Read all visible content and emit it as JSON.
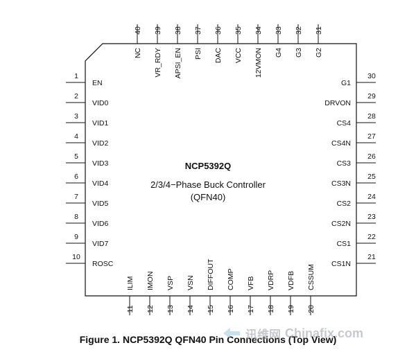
{
  "chip": {
    "title": "NCP5392Q",
    "subtitle_line1": "2/3/4−Phase Buck Controller",
    "subtitle_line2": "(QFN40)"
  },
  "pins": {
    "left": [
      {
        "num": "1",
        "label": "EN"
      },
      {
        "num": "2",
        "label": "VID0"
      },
      {
        "num": "3",
        "label": "VID1"
      },
      {
        "num": "4",
        "label": "VID2"
      },
      {
        "num": "5",
        "label": "VID3"
      },
      {
        "num": "6",
        "label": "VID4"
      },
      {
        "num": "7",
        "label": "VID5"
      },
      {
        "num": "8",
        "label": "VID6"
      },
      {
        "num": "9",
        "label": "VID7"
      },
      {
        "num": "10",
        "label": "ROSC"
      }
    ],
    "bottom": [
      {
        "num": "11",
        "label": "ILIM"
      },
      {
        "num": "12",
        "label": "IMON"
      },
      {
        "num": "13",
        "label": "VSP"
      },
      {
        "num": "14",
        "label": "VSN"
      },
      {
        "num": "15",
        "label": "DIFFOUT"
      },
      {
        "num": "16",
        "label": "COMP"
      },
      {
        "num": "17",
        "label": "VFB"
      },
      {
        "num": "18",
        "label": "VDRP"
      },
      {
        "num": "19",
        "label": "VDFB"
      },
      {
        "num": "20",
        "label": "CSSUM"
      }
    ],
    "right": [
      {
        "num": "21",
        "label": "CS1N"
      },
      {
        "num": "22",
        "label": "CS1"
      },
      {
        "num": "23",
        "label": "CS2N"
      },
      {
        "num": "24",
        "label": "CS2"
      },
      {
        "num": "25",
        "label": "CS3N"
      },
      {
        "num": "26",
        "label": "CS3"
      },
      {
        "num": "27",
        "label": "CS4N"
      },
      {
        "num": "28",
        "label": "CS4"
      },
      {
        "num": "29",
        "label": "DRVON"
      },
      {
        "num": "30",
        "label": "G1"
      }
    ],
    "top": [
      {
        "num": "31",
        "label": "G2"
      },
      {
        "num": "32",
        "label": "G3"
      },
      {
        "num": "33",
        "label": "G4"
      },
      {
        "num": "34",
        "label": "12VMON"
      },
      {
        "num": "35",
        "label": "VCC"
      },
      {
        "num": "36",
        "label": "DAC"
      },
      {
        "num": "37",
        "label": "PSI"
      },
      {
        "num": "38",
        "label": "APSI_EN"
      },
      {
        "num": "39",
        "label": "VR_RDY"
      },
      {
        "num": "40",
        "label": "NC"
      }
    ]
  },
  "caption": "Figure 1. NCP5392Q QFN40 Pin Connections (Top View)",
  "watermark": {
    "cn_text": "讯维网",
    "en_text": "Chinafix.com"
  },
  "colors": {
    "line": "#111111",
    "watermark": "#9aa0a6"
  }
}
